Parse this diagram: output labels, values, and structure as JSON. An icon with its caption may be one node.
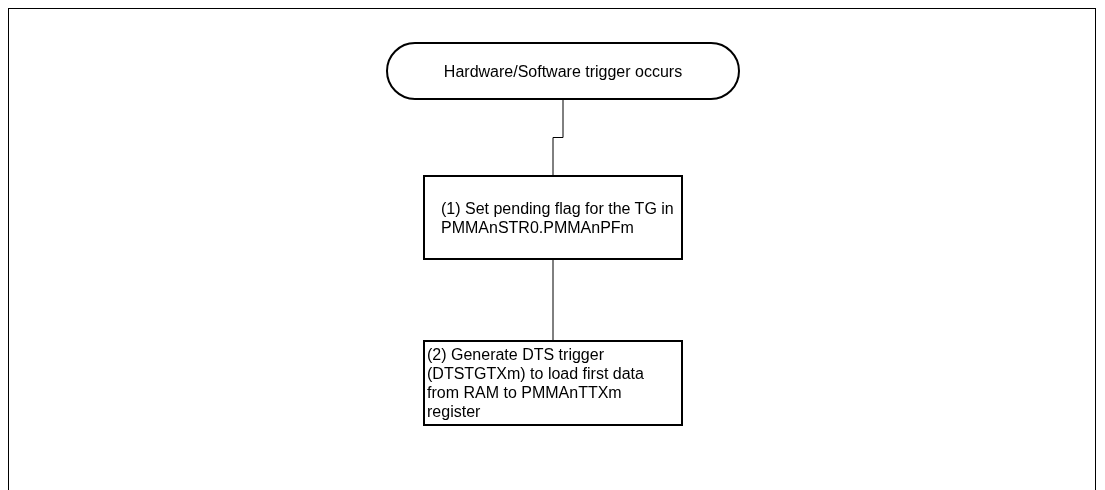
{
  "diagram": {
    "nodes": [
      {
        "text": [
          "Hardware/Software trigger occurs"
        ]
      },
      {
        "text": [
          "(1) Set pending flag for the TG in PMMAnSTR0.PMMAnPFm"
        ]
      },
      {
        "text": [
          "(2) Generate DTS trigger (DTSTGTXm) to load first data from RAM to PMMAnTTXm register"
        ]
      }
    ],
    "edges": [
      {
        "from": 0,
        "to": 1,
        "arrow": "none"
      },
      {
        "from": 1,
        "to": 2,
        "arrow": "none"
      }
    ]
  }
}
